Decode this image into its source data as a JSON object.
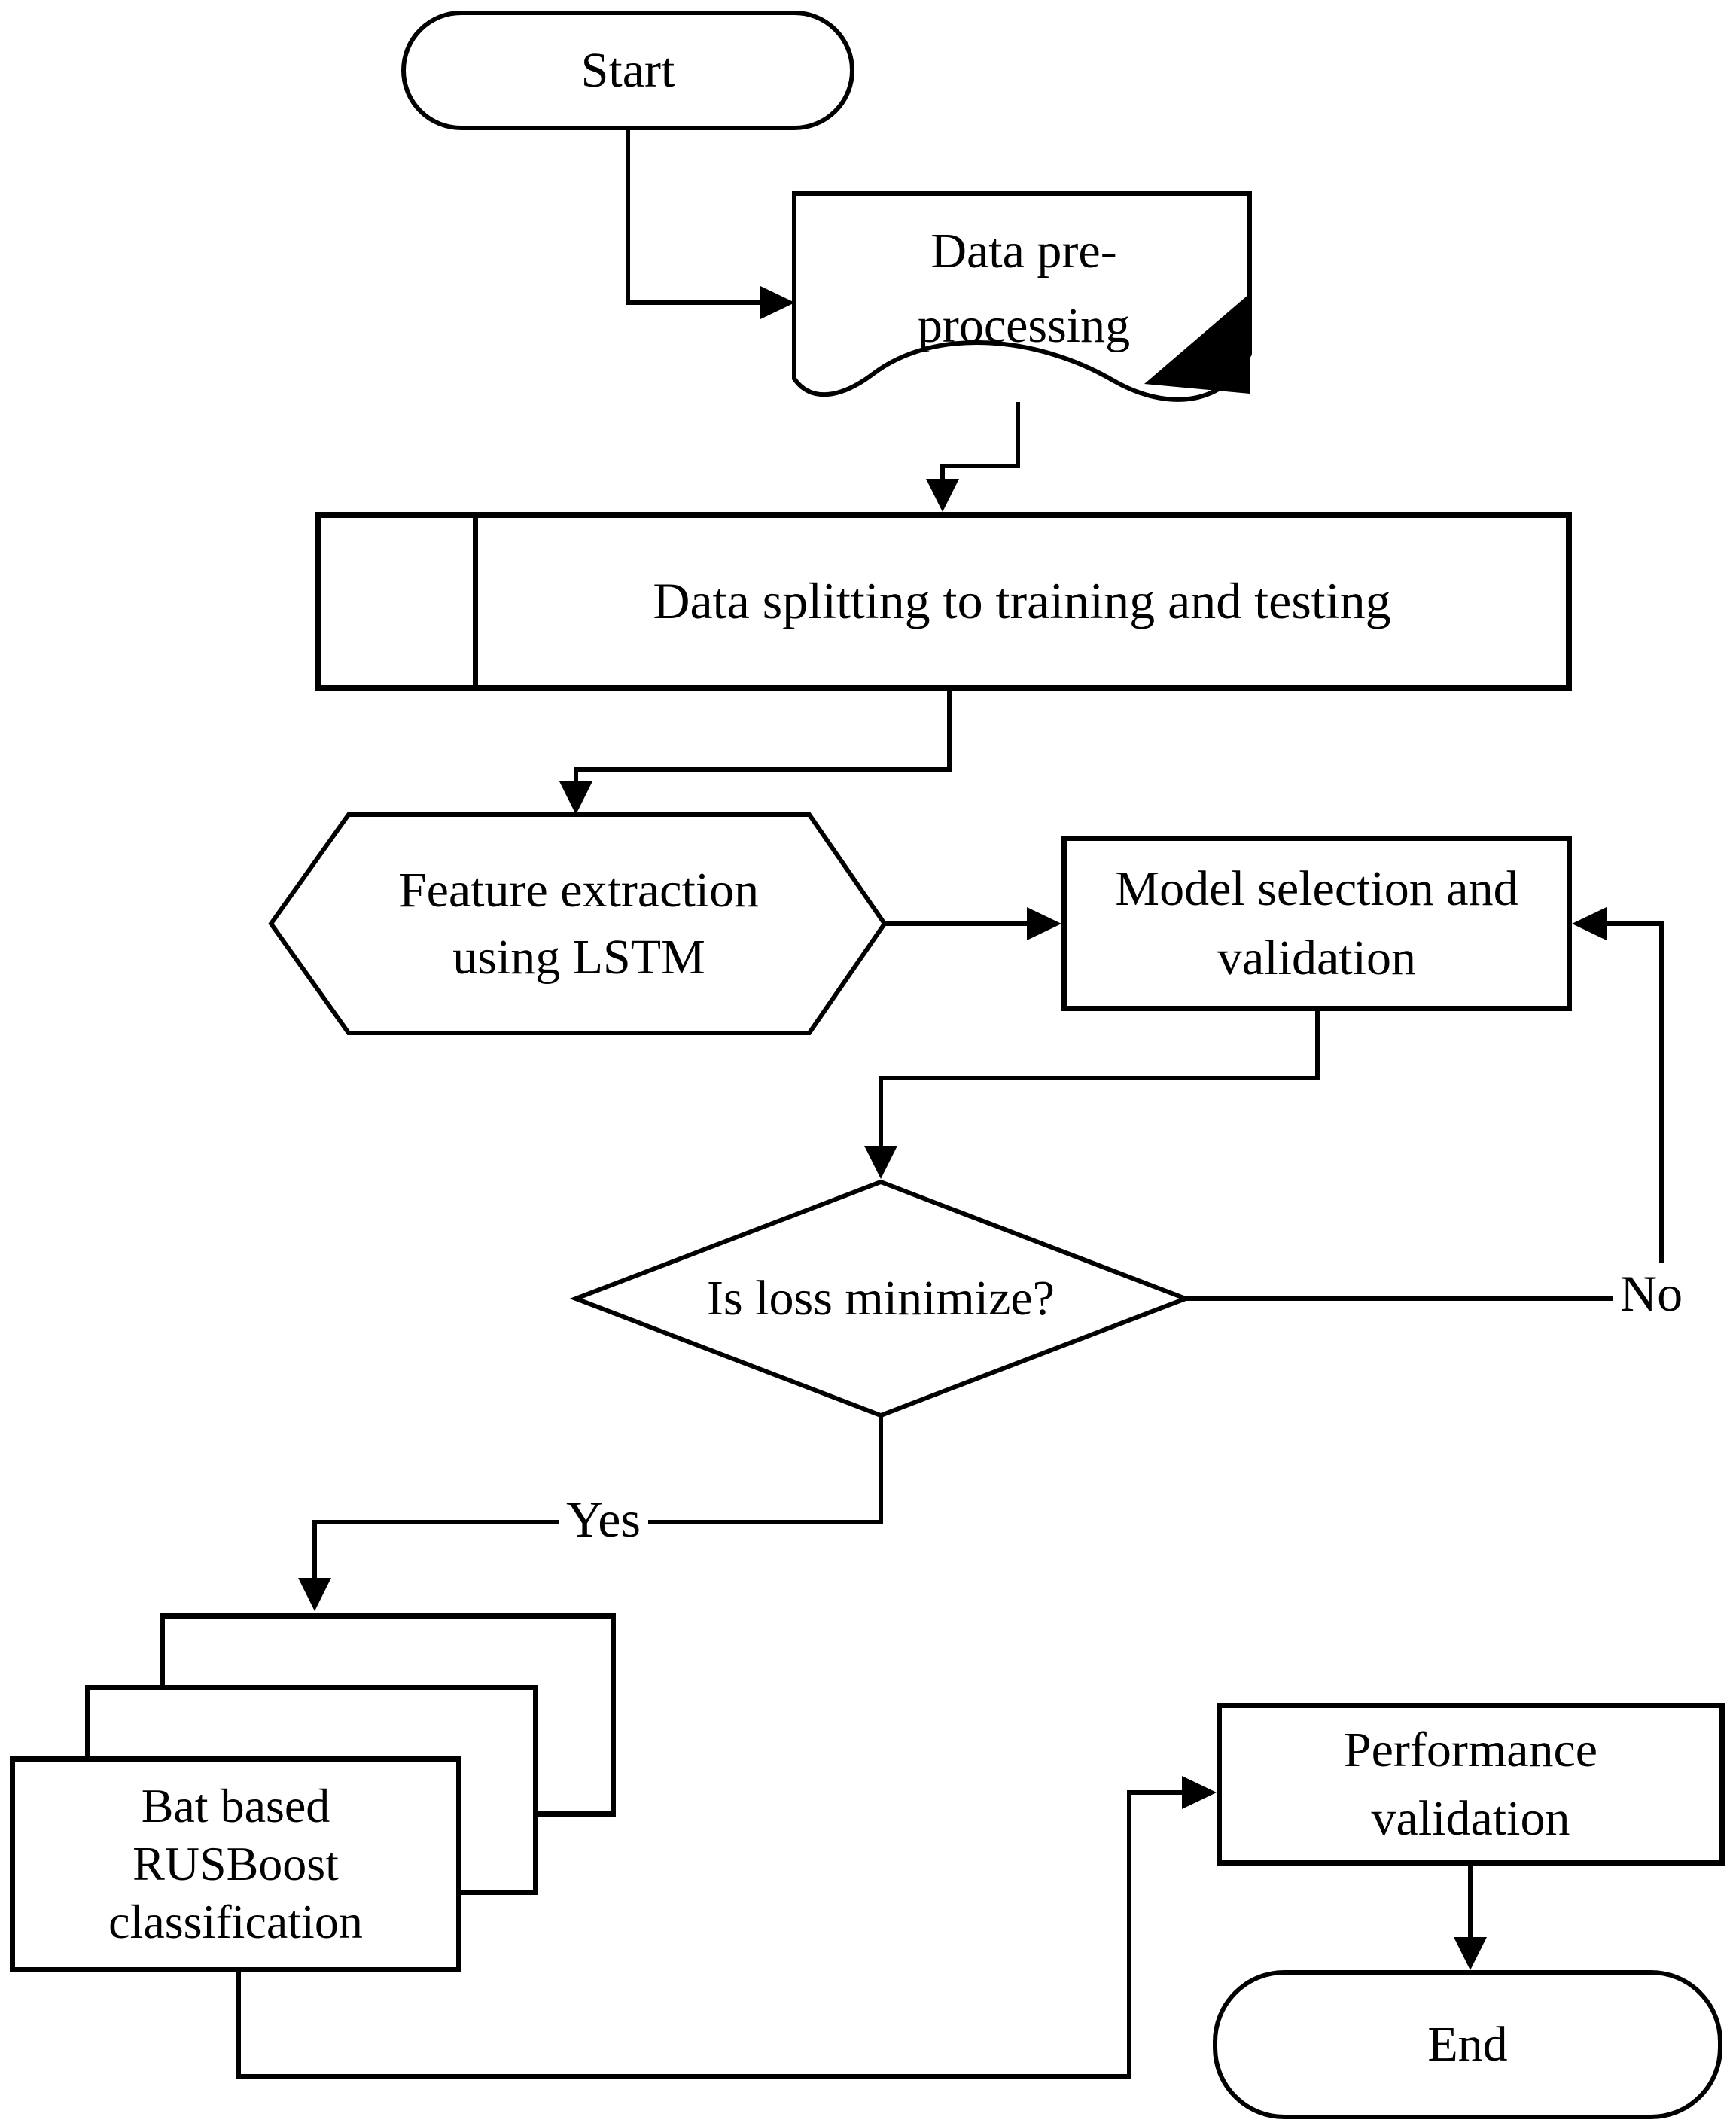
{
  "nodes": {
    "start": {
      "label": "Start"
    },
    "preprocessing": {
      "lines": [
        "Data pre-",
        "processing"
      ]
    },
    "splitting": {
      "label": "Data splitting to training and testing"
    },
    "feature_extraction": {
      "lines": [
        "Feature extraction",
        "using LSTM"
      ]
    },
    "model_selection": {
      "lines": [
        "Model selection and",
        "validation"
      ]
    },
    "decision": {
      "label": "Is loss minimize?"
    },
    "classification": {
      "lines": [
        "Bat based",
        "RUSBoost",
        "classification"
      ]
    },
    "performance": {
      "lines": [
        "Performance",
        "validation"
      ]
    },
    "end": {
      "label": "End"
    }
  },
  "edge_labels": {
    "yes": "Yes",
    "no": "No"
  },
  "colors": {
    "stroke": "#000000",
    "fill": "#ffffff"
  }
}
